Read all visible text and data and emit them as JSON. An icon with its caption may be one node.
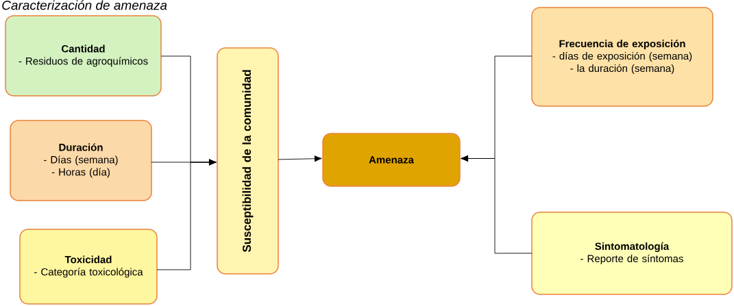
{
  "diagram": {
    "title": "Caracterización de amenaza",
    "nodes": [
      {
        "text": [
          "Cantidad",
          "- Residuos de agroquímicos"
        ]
      },
      {
        "text": [
          "Duración",
          "- Días (semana)",
          "- Horas (día)"
        ]
      },
      {
        "text": [
          "Toxicidad",
          "- Categoría toxicológica"
        ]
      },
      {
        "text": [
          "Susceptibilidad de la comunidad"
        ]
      },
      {
        "text": [
          "Amenaza"
        ]
      },
      {
        "text": [
          "Frecuencia de exposición",
          "- días de exposición (semana)",
          "- la duración (semana)"
        ]
      },
      {
        "text": [
          "Sintomatología",
          "- Reporte de síntomas"
        ]
      }
    ],
    "edges": [
      {
        "from": 0,
        "to": 3,
        "arrow": "to"
      },
      {
        "from": 1,
        "to": 3,
        "arrow": "to"
      },
      {
        "from": 2,
        "to": 3,
        "arrow": "to"
      },
      {
        "from": 3,
        "to": 4,
        "arrow": "to"
      },
      {
        "from": 5,
        "to": 4,
        "arrow": "to"
      },
      {
        "from": 6,
        "to": 4,
        "arrow": "to"
      }
    ]
  }
}
